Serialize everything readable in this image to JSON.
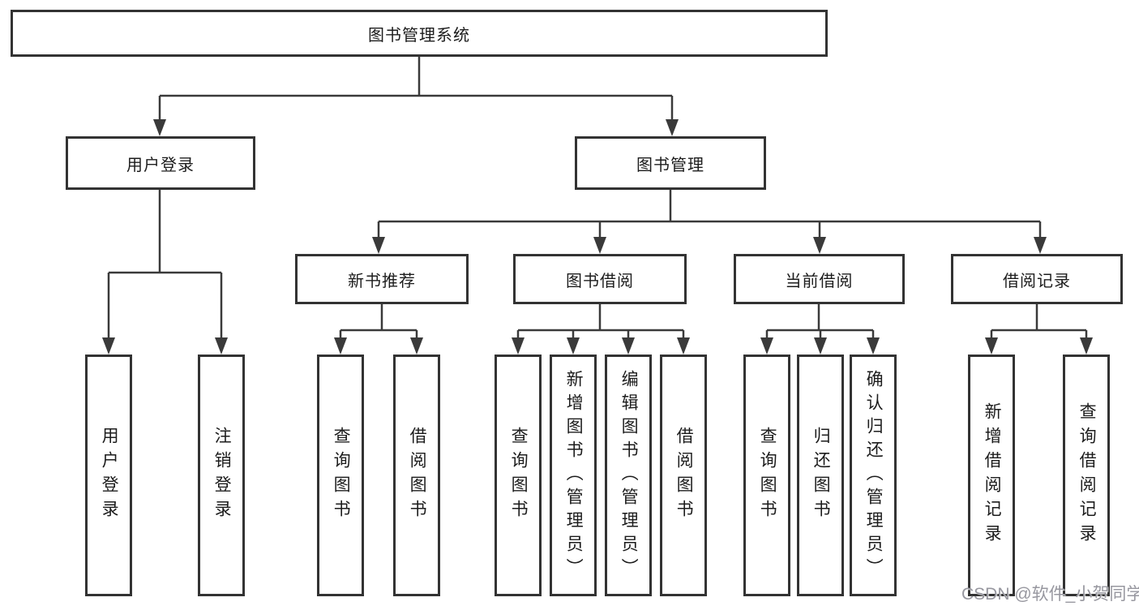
{
  "diagram": {
    "tree": {
      "label": "图书管理系统",
      "children": [
        {
          "label": "用户登录",
          "children": [
            {
              "label": "用户登录"
            },
            {
              "label": "注销登录"
            }
          ]
        },
        {
          "label": "图书管理",
          "children": [
            {
              "label": "新书推荐",
              "children": [
                {
                  "label": "查询图书"
                },
                {
                  "label": "借阅图书"
                }
              ]
            },
            {
              "label": "图书借阅",
              "children": [
                {
                  "label": "查询图书"
                },
                {
                  "label": "新增图书（管理员）"
                },
                {
                  "label": "编辑图书（管理员）"
                },
                {
                  "label": "借阅图书"
                }
              ]
            },
            {
              "label": "当前借阅",
              "children": [
                {
                  "label": "查询图书"
                },
                {
                  "label": "归还图书"
                },
                {
                  "label": "确认归还（管理员）"
                }
              ]
            },
            {
              "label": "借阅记录",
              "children": [
                {
                  "label": "新增借阅记录"
                },
                {
                  "label": "查询借阅记录"
                }
              ]
            }
          ]
        }
      ]
    },
    "colors": {
      "line": "#3a3a3a",
      "box_border": "#333333",
      "text": "#1c1c1c",
      "watermark": "#97979f"
    }
  },
  "watermark": {
    "text": "CSDN @软件_小贺同学"
  }
}
